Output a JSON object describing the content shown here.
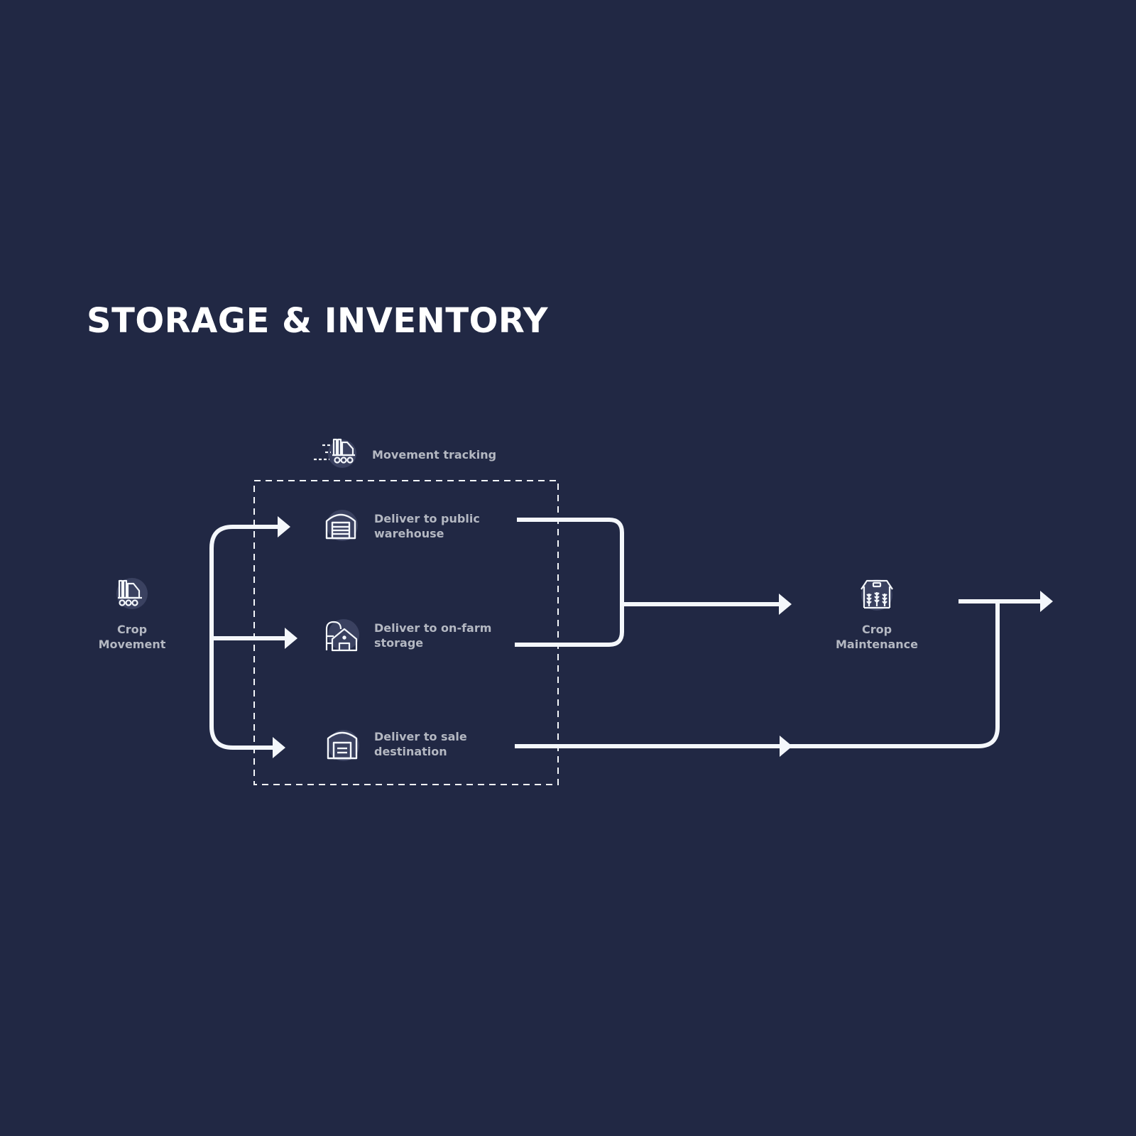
{
  "title": "STORAGE & INVENTORY",
  "nodes": {
    "crop_movement": {
      "line1": "Crop",
      "line2": "Movement",
      "icon": "truck-icon"
    },
    "movement_tracking": {
      "label": "Movement tracking",
      "icon": "moving-truck-icon"
    },
    "public_warehouse": {
      "line1": "Deliver to public",
      "line2": "warehouse",
      "icon": "warehouse-icon"
    },
    "on_farm_storage": {
      "line1": "Deliver to on-farm",
      "line2": "storage",
      "icon": "farm-storage-icon"
    },
    "sale_destination": {
      "line1": "Deliver to sale",
      "line2": "destination",
      "icon": "sale-warehouse-icon"
    },
    "crop_maintenance": {
      "line1": "Crop",
      "line2": "Maintenance",
      "icon": "barn-icon"
    }
  },
  "colors": {
    "background": "#212844",
    "line": "#f4f7fb",
    "label": "#b4b8c2",
    "title": "#ffffff"
  }
}
